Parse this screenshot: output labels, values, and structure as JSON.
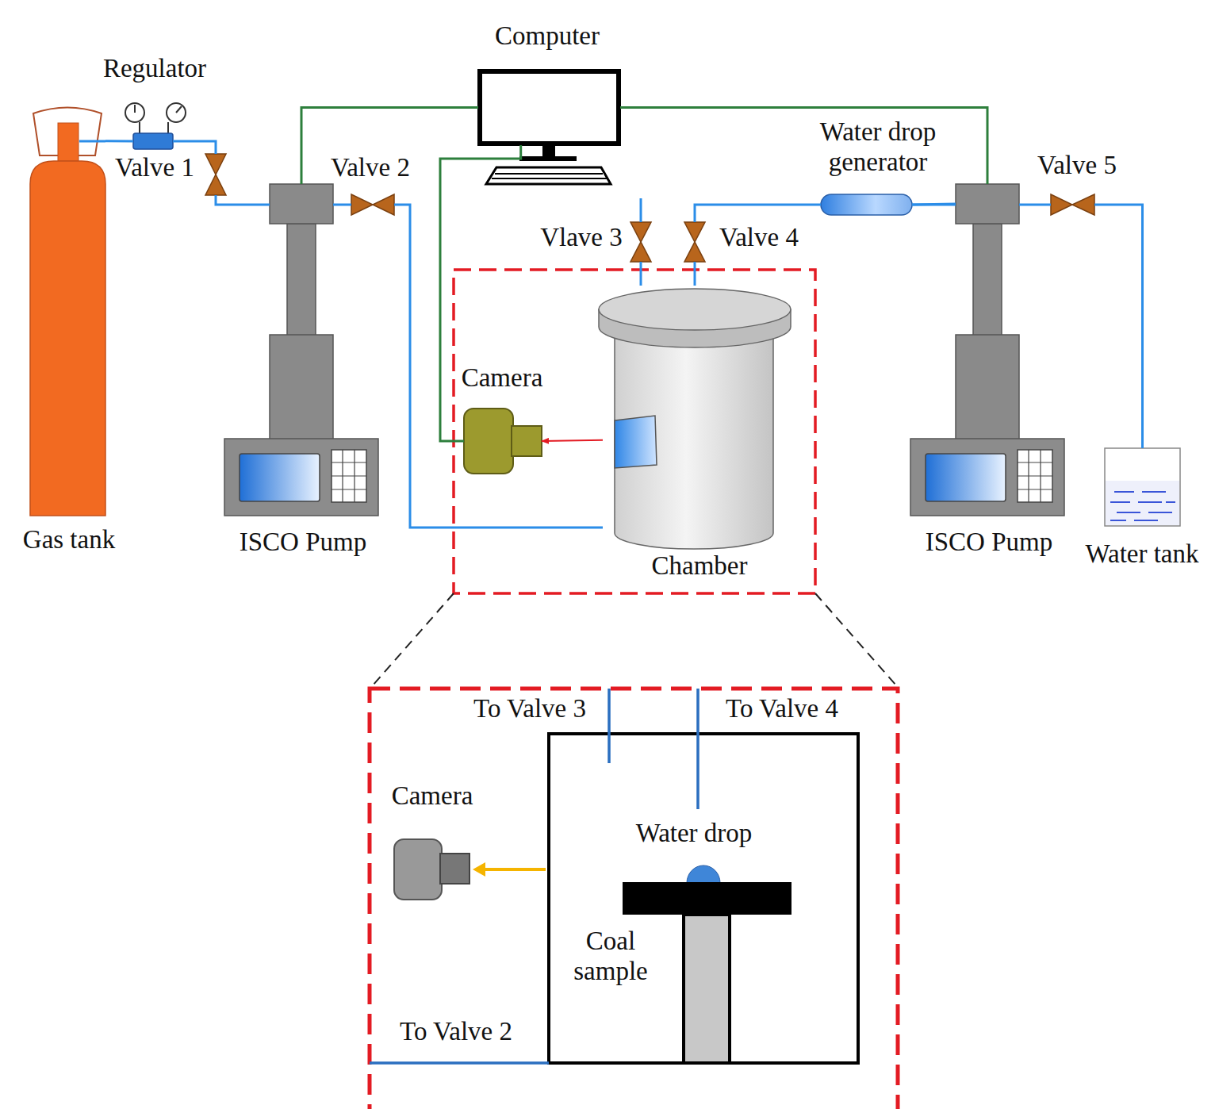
{
  "diagram": {
    "nodes": [
      {
        "text": [
          "Gas tank"
        ]
      },
      {
        "text": [
          "Regulator"
        ]
      },
      {
        "text": [
          "Valve 1"
        ]
      },
      {
        "text": [
          "ISCO Pump"
        ]
      },
      {
        "text": [
          "Valve 2"
        ]
      },
      {
        "text": [
          "Computer"
        ]
      },
      {
        "text": [
          "Chamber"
        ]
      },
      {
        "text": [
          "Vlave 3"
        ]
      },
      {
        "text": [
          "Valve 4"
        ]
      },
      {
        "text": [
          "Camera"
        ]
      },
      {
        "text": [
          "Water drop generator"
        ]
      },
      {
        "text": [
          "ISCO Pump"
        ]
      },
      {
        "text": [
          "Valve 5"
        ]
      },
      {
        "text": [
          "Water tank"
        ]
      }
    ],
    "edges": [
      {
        "from": 0,
        "to": 1,
        "arrow": "none"
      },
      {
        "from": 1,
        "to": 2,
        "arrow": "none"
      },
      {
        "from": 2,
        "to": 3,
        "arrow": "none"
      },
      {
        "from": 3,
        "to": 4,
        "arrow": "none"
      },
      {
        "from": 4,
        "to": 6,
        "arrow": "none"
      },
      {
        "from": 5,
        "to": 3,
        "arrow": "none"
      },
      {
        "from": 5,
        "to": 11,
        "arrow": "none"
      },
      {
        "from": 5,
        "to": 9,
        "arrow": "none"
      },
      {
        "from": 6,
        "to": 9,
        "arrow": "to"
      },
      {
        "from": 7,
        "to": 6,
        "arrow": "none"
      },
      {
        "from": 8,
        "to": 6,
        "arrow": "none"
      },
      {
        "from": 10,
        "to": 8,
        "arrow": "none"
      },
      {
        "from": 11,
        "to": 10,
        "arrow": "none"
      },
      {
        "from": 11,
        "to": 12,
        "arrow": "none"
      },
      {
        "from": 12,
        "to": 13,
        "arrow": "none"
      }
    ],
    "labels": [
      "To Valve 3",
      "To Valve 4",
      "Camera",
      "Water drop",
      "Coal sample",
      "To Valve 2"
    ]
  }
}
